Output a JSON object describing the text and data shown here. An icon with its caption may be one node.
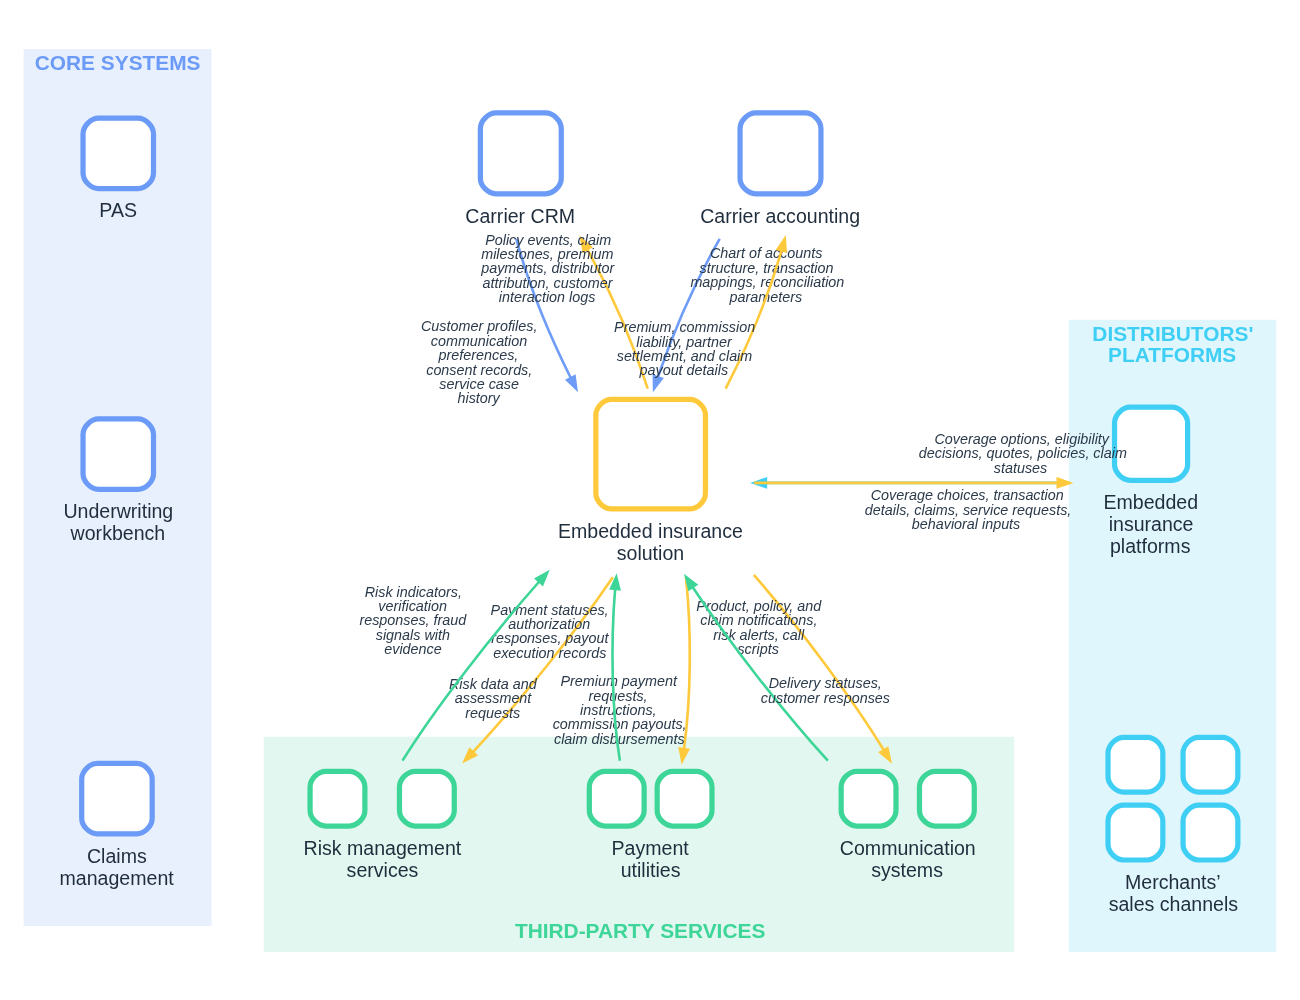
{
  "diagram": {
    "nodes": [
      {
        "text": [
          "CORE SYSTEMS"
        ]
      },
      {
        "text": [
          "PAS"
        ],
        "in": 0
      },
      {
        "text": [
          "Underwriting workbench"
        ],
        "in": 0
      },
      {
        "text": [
          "Claims management"
        ],
        "in": 0
      },
      {
        "text": [
          "Carrier CRM"
        ]
      },
      {
        "text": [
          "Carrier accounting"
        ]
      },
      {
        "text": [
          "DISTRIBUTORS' PLATFORMS"
        ]
      },
      {
        "text": [
          "Embedded insurance platforms"
        ],
        "in": 6
      },
      {
        "text": [
          "Merchants’ sales channels"
        ],
        "in": 6
      },
      {
        "text": [
          "Embedded insurance solution"
        ]
      },
      {
        "text": [
          "THIRD-PARTY SERVICES"
        ]
      },
      {
        "text": [
          "Risk management services"
        ],
        "in": 10
      },
      {
        "text": [
          "Payment utilities"
        ],
        "in": 10
      },
      {
        "text": [
          "Communication systems"
        ],
        "in": 10
      }
    ],
    "edges": [
      {
        "from": 4,
        "to": 9,
        "arrow": "to",
        "label": "Customer profiles, communication preferences, consent records, service case history",
        "color": "#6e9cf7"
      },
      {
        "from": 9,
        "to": 4,
        "arrow": "to",
        "label": "Policy events, claim milestones, premium payments, distributor attribution, customer interaction logs"
      },
      {
        "from": 5,
        "to": 9,
        "arrow": "to",
        "label": "Chart of accounts structure, transaction mappings, reconciliation parameters",
        "color": "#6e9cf7"
      },
      {
        "from": 9,
        "to": 5,
        "arrow": "to",
        "label": "Premium, commission liability, partner settlement, and claim payout details"
      },
      {
        "from": 6,
        "to": 9,
        "arrow": "to",
        "label": "Coverage choices, transaction details, claims, service requests, behavioral inputs",
        "color": "#3fcff5"
      },
      {
        "from": 9,
        "to": 6,
        "arrow": "to",
        "label": "Coverage options, eligibility decisions, quotes, policies, claim statuses"
      },
      {
        "from": 11,
        "to": 9,
        "arrow": "to",
        "label": "Risk indicators, verification responses, fraud signals with evidence",
        "color": "#3dd598"
      },
      {
        "from": 9,
        "to": 11,
        "arrow": "to",
        "label": "Risk data and assessment requests"
      },
      {
        "from": 9,
        "to": 12,
        "arrow": "to",
        "label": "Premium payment requests, instructions, commission payouts, claim disbursements"
      },
      {
        "from": 12,
        "to": 9,
        "arrow": "to",
        "label": "Payment statuses, authorization responses, payout execution records",
        "color": "#3dd598"
      },
      {
        "from": 9,
        "to": 13,
        "arrow": "to",
        "label": "Product, policy, and claim notifications, risk alerts, call scripts"
      },
      {
        "from": 13,
        "to": 9,
        "arrow": "to",
        "label": "Delivery statuses, customer responses",
        "color": "#3dd598"
      }
    ]
  }
}
